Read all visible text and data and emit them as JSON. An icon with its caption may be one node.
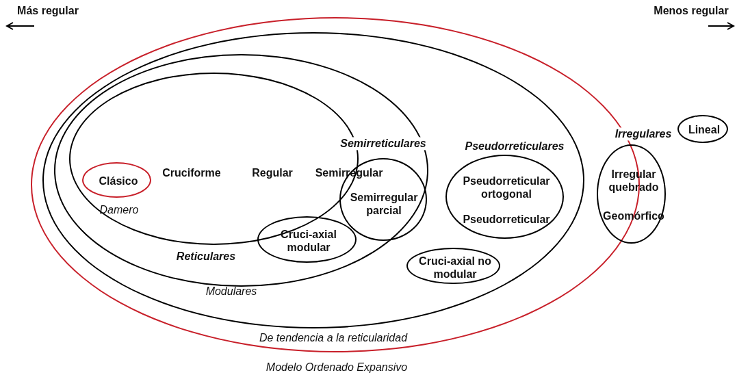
{
  "diagram": {
    "nodes": [
      {
        "text": [
          "Modelo Ordenado Expansivo"
        ]
      },
      {
        "text": [
          "De tendencia a la reticularidad"
        ],
        "in": 0
      },
      {
        "text": [
          "Modulares"
        ],
        "in": 1
      },
      {
        "text": [
          "Reticulares"
        ],
        "in": 2
      },
      {
        "text": [
          "Clásico"
        ],
        "beside": [
          "Damero"
        ],
        "in": 3
      },
      {
        "text": [
          "Semirreticulares",
          "Semirregular parcial"
        ],
        "in": 2
      },
      {
        "text": [
          "Cruci-axial modular"
        ],
        "in": 2
      },
      {
        "text": [
          "Pseudorreticulares",
          "Pseudorreticular ortogonal",
          "Pseudorreticular"
        ],
        "in": 1
      },
      {
        "text": [
          "Cruci-axial no modular"
        ],
        "in": 1
      },
      {
        "text": [
          "Irregulares",
          "Irregular quebrado",
          "Geomórfico"
        ]
      },
      {
        "text": [
          "Lineal"
        ]
      }
    ],
    "edges": [],
    "labels": [
      "Más regular",
      "Menos regular",
      "Cruciforme",
      "Regular",
      "Semirregular"
    ]
  }
}
